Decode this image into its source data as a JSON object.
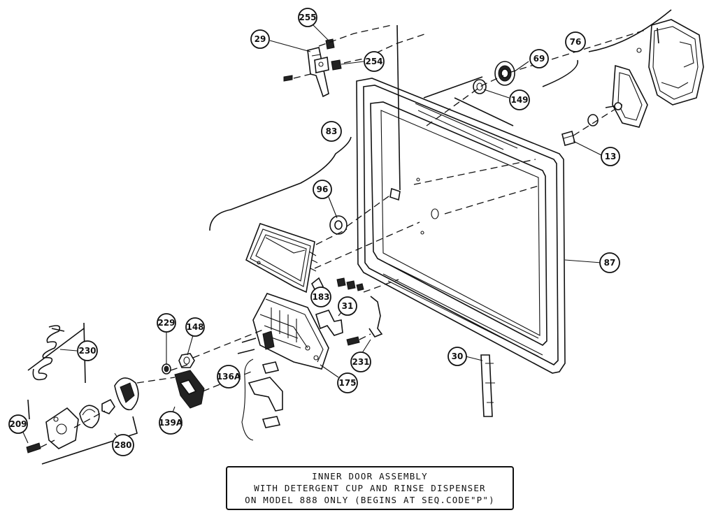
{
  "callouts": [
    {
      "id": "c255",
      "label": "255"
    },
    {
      "id": "c29",
      "label": "29"
    },
    {
      "id": "c254",
      "label": "254"
    },
    {
      "id": "c69",
      "label": "69"
    },
    {
      "id": "c76",
      "label": "76"
    },
    {
      "id": "c149",
      "label": "149"
    },
    {
      "id": "c83",
      "label": "83"
    },
    {
      "id": "c13",
      "label": "13"
    },
    {
      "id": "c96",
      "label": "96"
    },
    {
      "id": "c87",
      "label": "87"
    },
    {
      "id": "c183",
      "label": "183"
    },
    {
      "id": "c31",
      "label": "31"
    },
    {
      "id": "c229",
      "label": "229"
    },
    {
      "id": "c148",
      "label": "148"
    },
    {
      "id": "c230",
      "label": "230"
    },
    {
      "id": "c30",
      "label": "30"
    },
    {
      "id": "c231",
      "label": "231"
    },
    {
      "id": "c136a",
      "label": "136A"
    },
    {
      "id": "c175",
      "label": "175"
    },
    {
      "id": "c139a",
      "label": "139A"
    },
    {
      "id": "c209",
      "label": "209"
    },
    {
      "id": "c280",
      "label": "280"
    }
  ],
  "caption": {
    "line1": "INNER DOOR ASSEMBLY",
    "line2": "WITH DETERGENT CUP AND RINSE DISPENSER",
    "line3": "ON MODEL 888 ONLY (BEGINS AT SEQ.CODE\"P\")"
  }
}
